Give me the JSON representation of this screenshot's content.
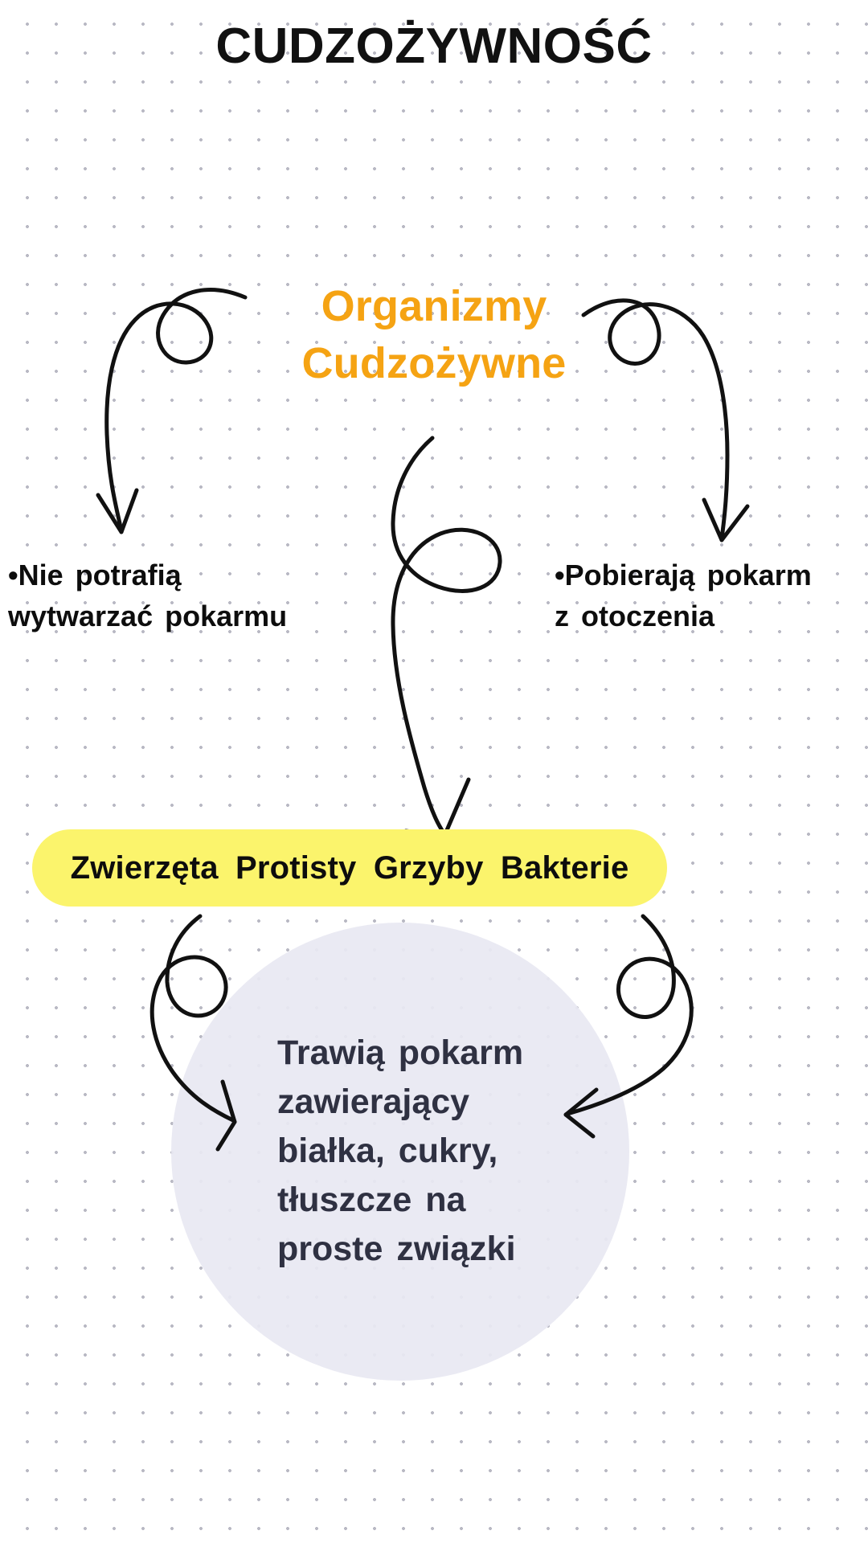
{
  "page": {
    "title": "CUDZOŻYWNOŚĆ",
    "background": "#ffffff",
    "dot_color": "#b9b9c4"
  },
  "heading": {
    "line1": "Organizmy",
    "line2": "Cudzożywne",
    "color": "#f5a313"
  },
  "bullets": {
    "left": {
      "line1": "•Nie potrafią",
      "line2": "wytwarzać pokarmu"
    },
    "right": {
      "line1": "•Pobierają pokarm",
      "line2": "z otoczenia"
    }
  },
  "band": {
    "text": "Zwierzęta  Protisty  Grzyby  Bakterie",
    "items": [
      "Zwierzęta",
      "Protisty",
      "Grzyby",
      "Bakterie"
    ],
    "highlight_color": "#fbf46c",
    "text_color": "#0d0d0d"
  },
  "blob": {
    "color": "#e8e8f2",
    "text_color": "#2f3142",
    "line1": "Trawią pokarm",
    "line2": "zawierający",
    "line3": "białka, cukry,",
    "line4": "tłuszcze na",
    "line5": "proste związki"
  },
  "doodles": {
    "arrow_left_top": "curly-arrow-down-left",
    "arrow_right_top": "curly-arrow-down-right",
    "arrow_center": "curly-arrow-down-center",
    "arrow_bottom_left": "curly-arrow-down-left-loop",
    "arrow_bottom_right": "curly-arrow-left-loop",
    "stroke_color": "#111111"
  }
}
